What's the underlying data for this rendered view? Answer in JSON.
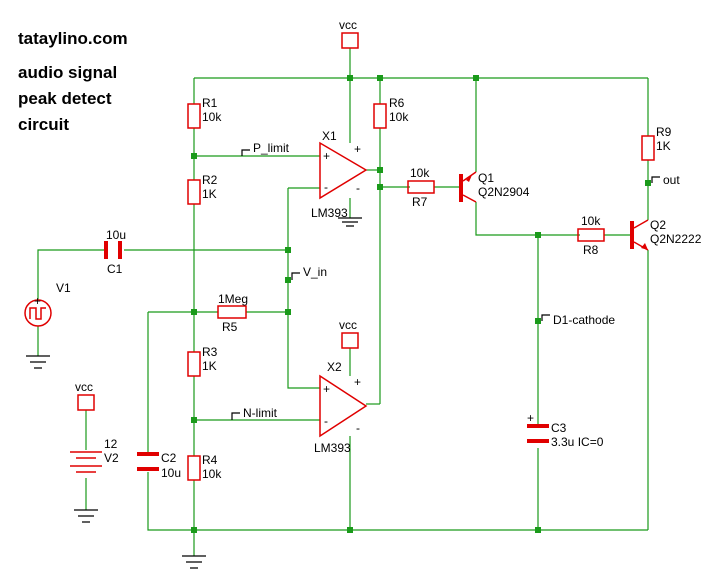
{
  "header": {
    "site": "tataylino.com",
    "title_lines": [
      "audio signal",
      "peak detect",
      "circuit"
    ]
  },
  "supply_labels": {
    "top": "vcc",
    "x2": "vcc",
    "v2": "vcc"
  },
  "opamps": {
    "x1": {
      "name": "X1",
      "part": "LM393"
    },
    "x2": {
      "name": "X2",
      "part": "LM393"
    }
  },
  "resistors": {
    "r1": {
      "name": "R1",
      "value": "10k"
    },
    "r2": {
      "name": "R2",
      "value": "1K"
    },
    "r3": {
      "name": "R3",
      "value": "1K"
    },
    "r4": {
      "name": "R4",
      "value": "10k"
    },
    "r5": {
      "name": "R5",
      "value": "1Meg"
    },
    "r6": {
      "name": "R6",
      "value": "10k"
    },
    "r7": {
      "name": "R7",
      "value": "10k"
    },
    "r8": {
      "name": "R8",
      "value": "10k"
    },
    "r9": {
      "name": "R9",
      "value": "1K"
    }
  },
  "capacitors": {
    "c1": {
      "name": "C1",
      "value": "10u"
    },
    "c2": {
      "name": "C2",
      "value": "10u"
    },
    "c3": {
      "name": "C3",
      "value": "3.3u IC=0"
    }
  },
  "transistors": {
    "q1": {
      "name": "Q1",
      "part": "Q2N2904"
    },
    "q2": {
      "name": "Q2",
      "part": "Q2N2222"
    }
  },
  "sources": {
    "v1": {
      "name": "V1"
    },
    "v2": {
      "name": "V2",
      "value": "12"
    }
  },
  "net_labels": {
    "p_limit": "P_limit",
    "n_limit": "N-limit",
    "v_in": "V_in",
    "out": "out",
    "d1_cathode": "D1-cathode"
  },
  "pin_marks": {
    "plus": "+",
    "minus": "-"
  },
  "colors": {
    "wire": "#1a9a1a",
    "component": "#e00000",
    "ground": "#000000"
  }
}
